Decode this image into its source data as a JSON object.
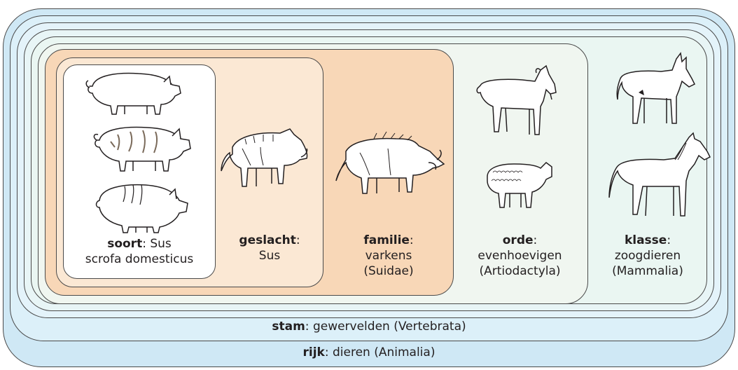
{
  "levels": {
    "rijk": {
      "rank": "rijk",
      "name": "dieren (Animalia)"
    },
    "stam": {
      "rank": "stam",
      "name": "gewervelden (Vertebrata)"
    },
    "klasse": {
      "rank": "klasse",
      "name_1": "zoogdieren",
      "name_2": "(Mammalia)"
    },
    "orde": {
      "rank": "orde",
      "name_1": "evenhoevigen",
      "name_2": "(Artiodactyla)"
    },
    "familie": {
      "rank": "familie",
      "name_1": "varkens",
      "name_2": "(Suidae)"
    },
    "geslacht": {
      "rank": "geslacht",
      "name_1": "Sus"
    },
    "soort": {
      "rank": "soort",
      "name_1": "Sus",
      "name_2": "scrofa domesticus"
    }
  },
  "colors": {
    "blue_band": "#cfe8f5",
    "light_blue": "#e4f3fa",
    "mint": "#eaf6f2",
    "peach": "#f8d7b7",
    "white": "#ffffff"
  }
}
